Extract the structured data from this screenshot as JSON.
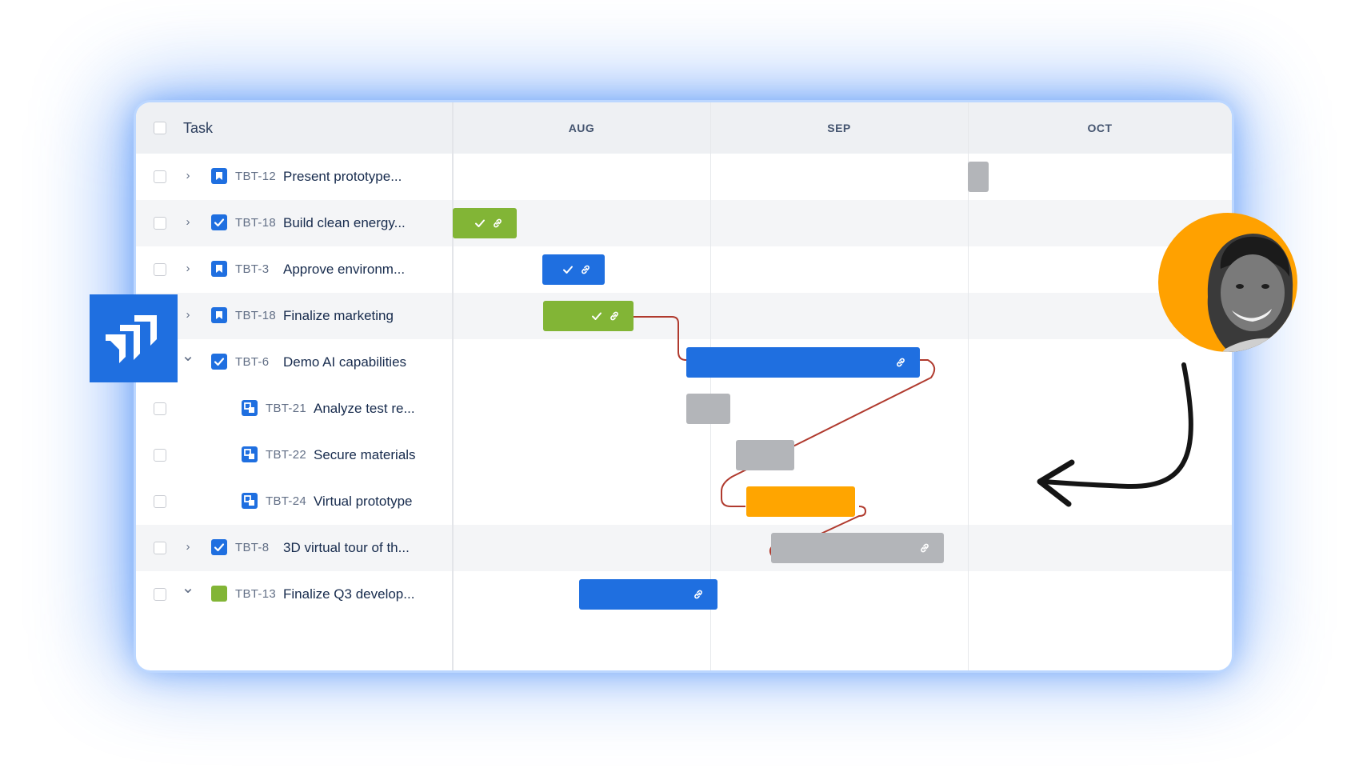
{
  "header": {
    "task_label": "Task",
    "months": [
      "AUG",
      "SEP",
      "OCT"
    ]
  },
  "rows": [
    {
      "key": "TBT-12",
      "title": "Present prototype...",
      "type": "story",
      "expand": "collapsed"
    },
    {
      "key": "TBT-18",
      "title": "Build clean energy...",
      "type": "task",
      "expand": "collapsed"
    },
    {
      "key": "TBT-3",
      "title": "Approve environm...",
      "type": "story",
      "expand": "collapsed"
    },
    {
      "key": "TBT-18",
      "title": "Finalize marketing",
      "type": "story",
      "expand": "collapsed"
    },
    {
      "key": "TBT-6",
      "title": "Demo AI capabilities",
      "type": "task",
      "expand": "expanded"
    },
    {
      "key": "TBT-21",
      "title": "Analyze test re...",
      "type": "subtask",
      "expand": "none"
    },
    {
      "key": "TBT-22",
      "title": "Secure materials",
      "type": "subtask",
      "expand": "none"
    },
    {
      "key": "TBT-24",
      "title": "Virtual prototype",
      "type": "subtask",
      "expand": "none"
    },
    {
      "key": "TBT-8",
      "title": "3D virtual tour of th...",
      "type": "task",
      "expand": "collapsed"
    },
    {
      "key": "TBT-13",
      "title": "Finalize Q3 develop...",
      "type": "epic",
      "expand": "expanded"
    }
  ],
  "bars": [
    {
      "row": 0,
      "color": "gray",
      "icons": []
    },
    {
      "row": 1,
      "color": "green",
      "icons": [
        "check-icon",
        "link-icon"
      ]
    },
    {
      "row": 2,
      "color": "blue",
      "icons": [
        "check-icon",
        "link-icon"
      ]
    },
    {
      "row": 3,
      "color": "green",
      "icons": [
        "check-icon",
        "link-icon"
      ]
    },
    {
      "row": 4,
      "color": "blue",
      "icons": [
        "link-icon"
      ]
    },
    {
      "row": 5,
      "color": "gray",
      "icons": []
    },
    {
      "row": 6,
      "color": "gray",
      "icons": []
    },
    {
      "row": 7,
      "color": "orange",
      "icons": []
    },
    {
      "row": 8,
      "color": "gray",
      "icons": [
        "link-icon"
      ]
    },
    {
      "row": 9,
      "color": "blue",
      "icons": [
        "link-icon"
      ]
    }
  ],
  "colors": {
    "brand_blue": "#1f6fe0",
    "green": "#82b536",
    "gray": "#b3b5b9",
    "orange": "#ffa500",
    "dependency_line": "#b03a2e",
    "avatar_bg": "#ffa100"
  }
}
